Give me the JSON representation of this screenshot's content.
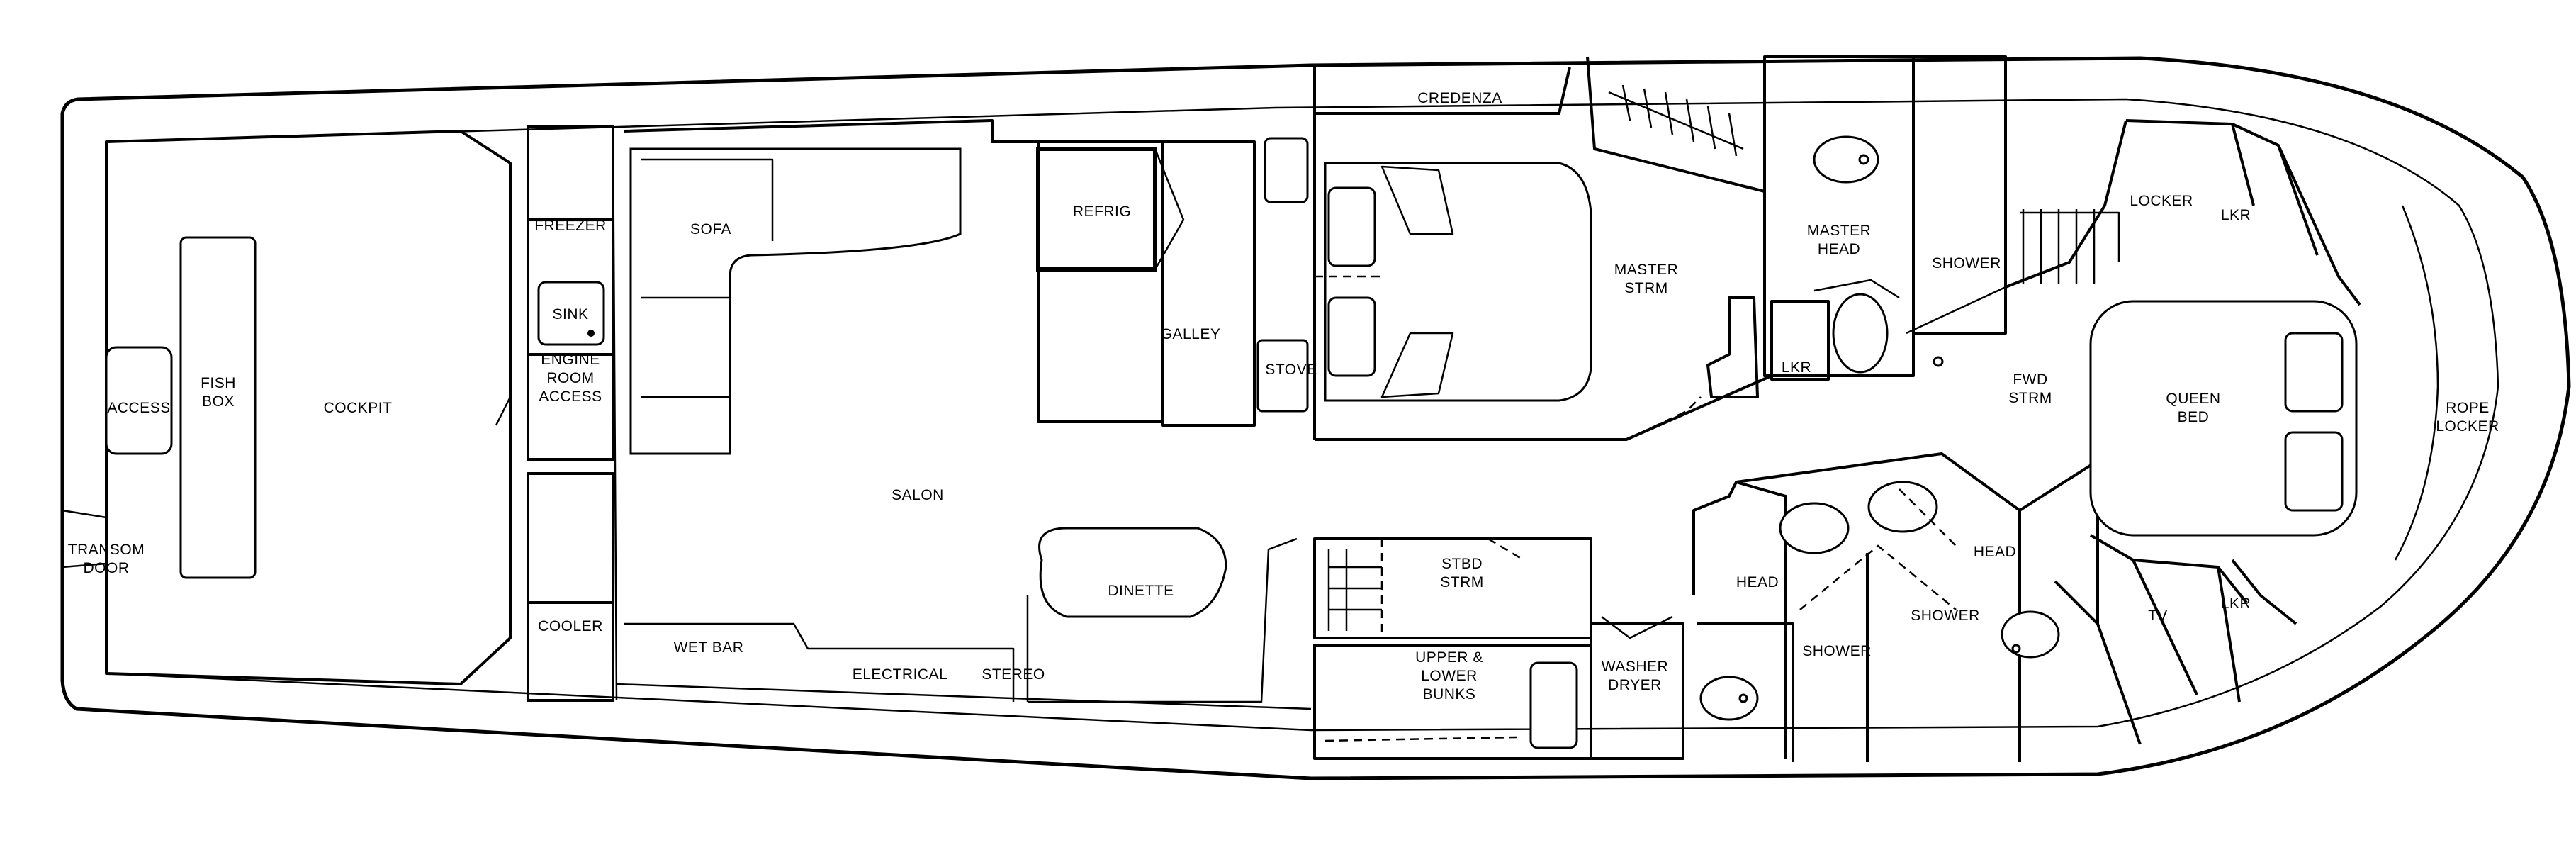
{
  "title": "",
  "labels": {
    "transom_door": "TRANSOM\nDOOR",
    "access": "ACCESS",
    "fish_box": "FISH\nBOX",
    "cockpit": "COCKPIT",
    "freezer": "FREEZER",
    "sink": "SINK",
    "engine_room_access": "ENGINE\nROOM\nACCESS",
    "cooler": "COOLER",
    "sofa": "SOFA",
    "salon": "SALON",
    "wet_bar": "WET BAR",
    "electrical": "ELECTRICAL",
    "stereo": "STEREO",
    "refrig": "REFRIG",
    "galley": "GALLEY",
    "stove": "STOVE",
    "dinette": "DINETTE",
    "credenza": "CREDENZA",
    "stbd_strm": "STBD\nSTRM",
    "upper_lower_bunks": "UPPER &\nLOWER\nBUNKS",
    "washer_dryer": "WASHER\nDRYER",
    "master_strm": "MASTER\nSTRM",
    "master_head": "MASTER\nHEAD",
    "lkr_master": "LKR",
    "shower_master": "SHOWER",
    "fwd_strm": "FWD\nSTRM",
    "head_port": "HEAD",
    "shower_port": "SHOWER",
    "shower_stbd": "SHOWER",
    "head_stbd": "HEAD",
    "locker": "LOCKER",
    "lkr_fwd_top": "LKR",
    "queen_bed": "QUEEN\nBED",
    "tv": "TV",
    "lkr_fwd_bottom": "LKR",
    "rope_locker": "ROPE\nLOCKER"
  }
}
